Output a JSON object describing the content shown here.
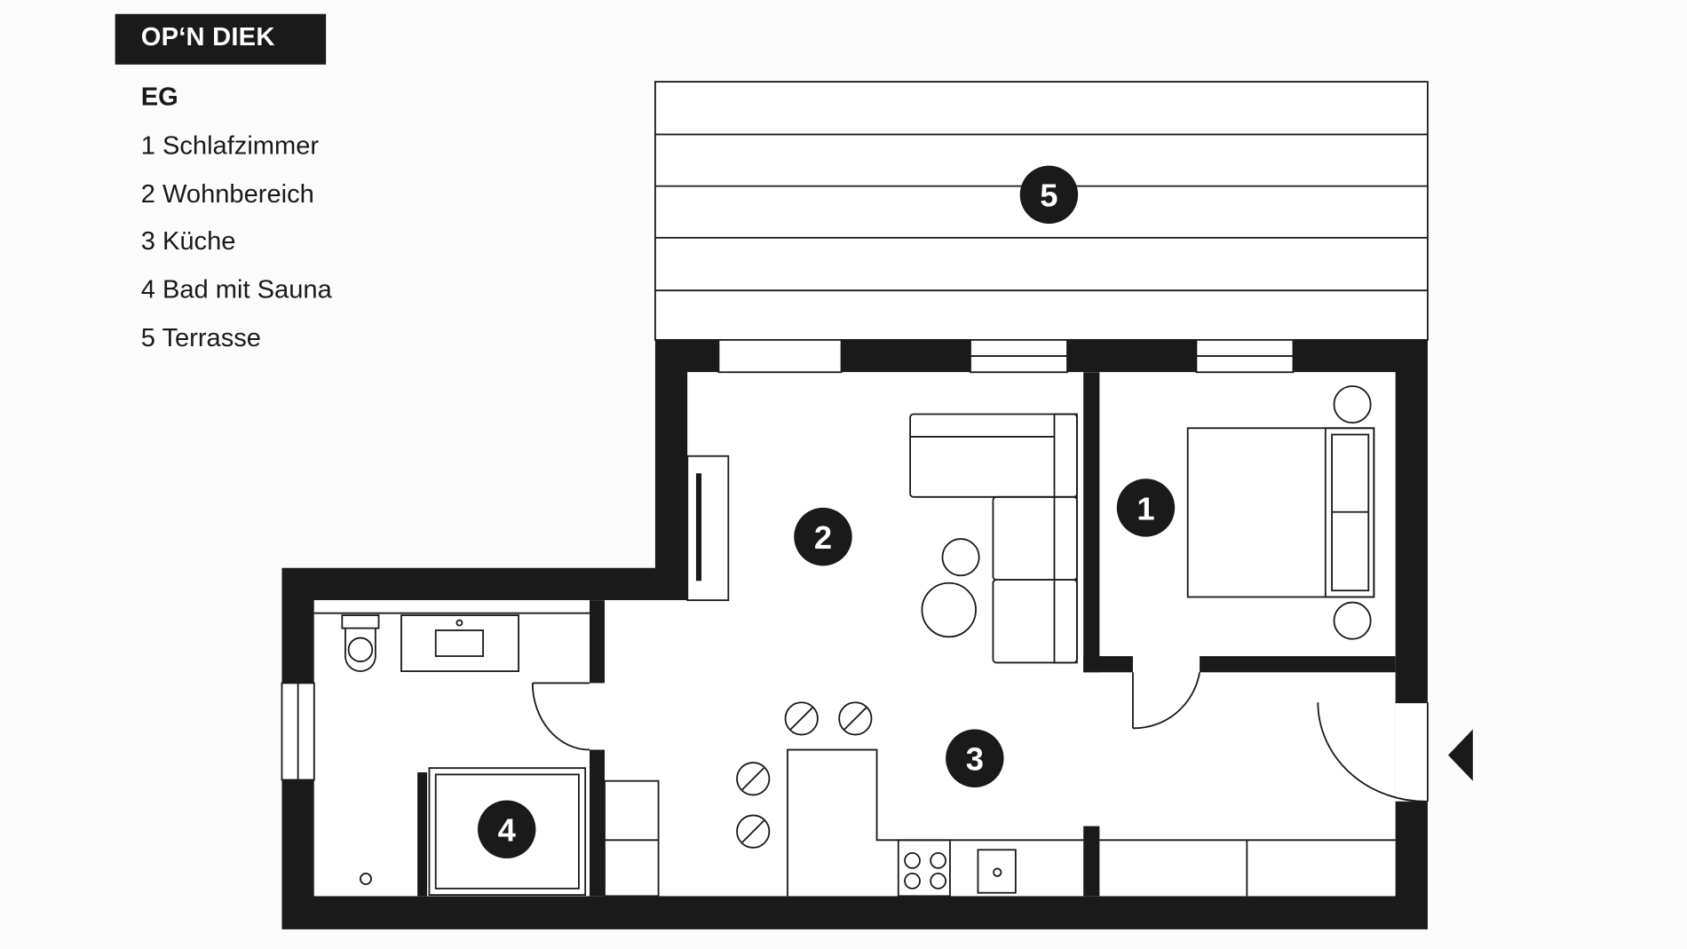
{
  "title": "OP‘N DIEK",
  "floor": "EG",
  "rooms": [
    {
      "label": "1 Schlafzimmer",
      "number": "1"
    },
    {
      "label": "2 Wohnbereich",
      "number": "2"
    },
    {
      "label": "3 Küche",
      "number": "3"
    },
    {
      "label": "4 Bad mit Sauna",
      "number": "4"
    },
    {
      "label": "5 Terrasse",
      "number": "5"
    }
  ],
  "colors": {
    "wall": "#1a1a1a",
    "background": "#fdfcfd"
  }
}
